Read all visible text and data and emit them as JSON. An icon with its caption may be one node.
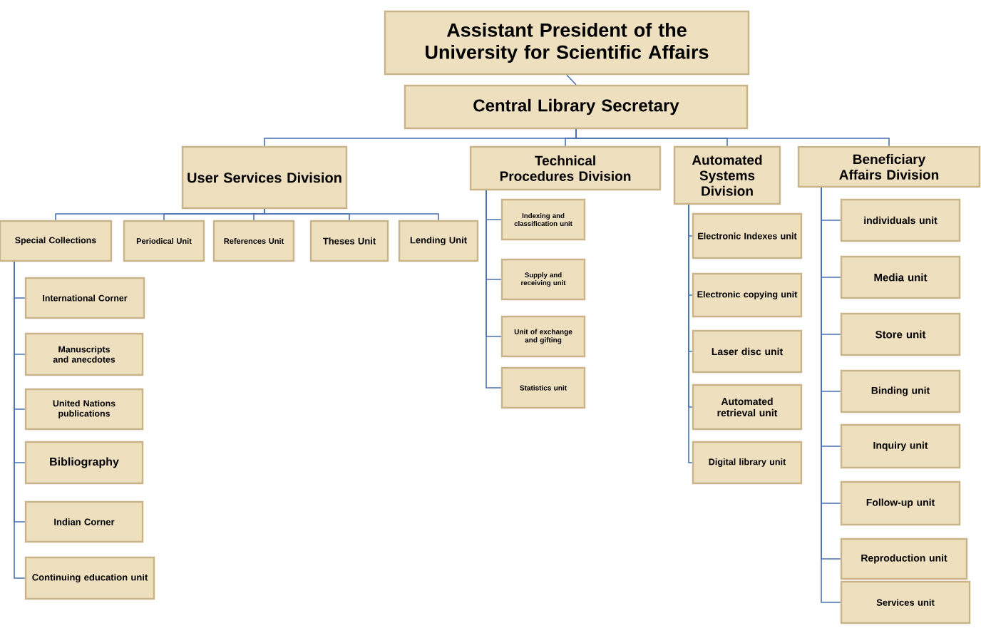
{
  "diagram": {
    "nodes": [
      {
        "text": [
          "Assistant President of the University for Scientific Affairs"
        ]
      },
      {
        "text": [
          "Central Library Secretary"
        ]
      },
      {
        "text": [
          "User Services Division"
        ]
      },
      {
        "text": [
          "Technical Procedures Division"
        ]
      },
      {
        "text": [
          "Automated Systems Division"
        ]
      },
      {
        "text": [
          "Beneficiary Affairs Division"
        ]
      },
      {
        "text": [
          "Special Collections"
        ]
      },
      {
        "text": [
          "Periodical Unit"
        ]
      },
      {
        "text": [
          "References Unit"
        ]
      },
      {
        "text": [
          "Theses Unit"
        ]
      },
      {
        "text": [
          "Lending Unit"
        ]
      },
      {
        "text": [
          "International Corner"
        ]
      },
      {
        "text": [
          "Manuscripts and anecdotes"
        ]
      },
      {
        "text": [
          "United Nations publications"
        ]
      },
      {
        "text": [
          "Bibliography"
        ]
      },
      {
        "text": [
          "Indian Corner"
        ]
      },
      {
        "text": [
          "Continuing education unit"
        ]
      },
      {
        "text": [
          "Indexing and classification unit"
        ]
      },
      {
        "text": [
          "Supply and receiving unit"
        ]
      },
      {
        "text": [
          "Unit of exchange and gifting"
        ]
      },
      {
        "text": [
          "Statistics unit"
        ]
      },
      {
        "text": [
          "Electronic Indexes unit"
        ]
      },
      {
        "text": [
          "Electronic copying unit"
        ]
      },
      {
        "text": [
          "Laser disc unit"
        ]
      },
      {
        "text": [
          "Automated retrieval unit"
        ]
      },
      {
        "text": [
          "Digital library unit"
        ]
      },
      {
        "text": [
          "individuals unit"
        ]
      },
      {
        "text": [
          "Media unit"
        ]
      },
      {
        "text": [
          "Store unit"
        ]
      },
      {
        "text": [
          "Binding unit"
        ]
      },
      {
        "text": [
          "Inquiry unit"
        ]
      },
      {
        "text": [
          "Follow-up unit"
        ]
      },
      {
        "text": [
          "Reproduction unit"
        ]
      },
      {
        "text": [
          "Services unit"
        ]
      }
    ],
    "edges": [
      {
        "from": 0,
        "to": 1,
        "arrow": "none"
      },
      {
        "from": 1,
        "to": 2,
        "arrow": "none"
      },
      {
        "from": 1,
        "to": 3,
        "arrow": "none"
      },
      {
        "from": 1,
        "to": 4,
        "arrow": "none"
      },
      {
        "from": 1,
        "to": 5,
        "arrow": "none"
      },
      {
        "from": 2,
        "to": 6,
        "arrow": "none"
      },
      {
        "from": 2,
        "to": 7,
        "arrow": "none"
      },
      {
        "from": 2,
        "to": 8,
        "arrow": "none"
      },
      {
        "from": 2,
        "to": 9,
        "arrow": "none"
      },
      {
        "from": 2,
        "to": 10,
        "arrow": "none"
      },
      {
        "from": 6,
        "to": 11,
        "arrow": "none"
      },
      {
        "from": 6,
        "to": 12,
        "arrow": "none"
      },
      {
        "from": 6,
        "to": 13,
        "arrow": "none"
      },
      {
        "from": 6,
        "to": 14,
        "arrow": "none"
      },
      {
        "from": 6,
        "to": 15,
        "arrow": "none"
      },
      {
        "from": 6,
        "to": 16,
        "arrow": "none"
      },
      {
        "from": 3,
        "to": 17,
        "arrow": "none"
      },
      {
        "from": 3,
        "to": 18,
        "arrow": "none"
      },
      {
        "from": 3,
        "to": 19,
        "arrow": "none"
      },
      {
        "from": 3,
        "to": 20,
        "arrow": "none"
      },
      {
        "from": 4,
        "to": 21,
        "arrow": "none"
      },
      {
        "from": 4,
        "to": 22,
        "arrow": "none"
      },
      {
        "from": 4,
        "to": 23,
        "arrow": "none"
      },
      {
        "from": 4,
        "to": 24,
        "arrow": "none"
      },
      {
        "from": 4,
        "to": 25,
        "arrow": "none"
      },
      {
        "from": 5,
        "to": 26,
        "arrow": "none"
      },
      {
        "from": 5,
        "to": 27,
        "arrow": "none"
      },
      {
        "from": 5,
        "to": 28,
        "arrow": "none"
      },
      {
        "from": 5,
        "to": 29,
        "arrow": "none"
      },
      {
        "from": 5,
        "to": 30,
        "arrow": "none"
      },
      {
        "from": 5,
        "to": 31,
        "arrow": "none"
      },
      {
        "from": 5,
        "to": 32,
        "arrow": "none"
      },
      {
        "from": 5,
        "to": 33,
        "arrow": "none"
      }
    ]
  }
}
